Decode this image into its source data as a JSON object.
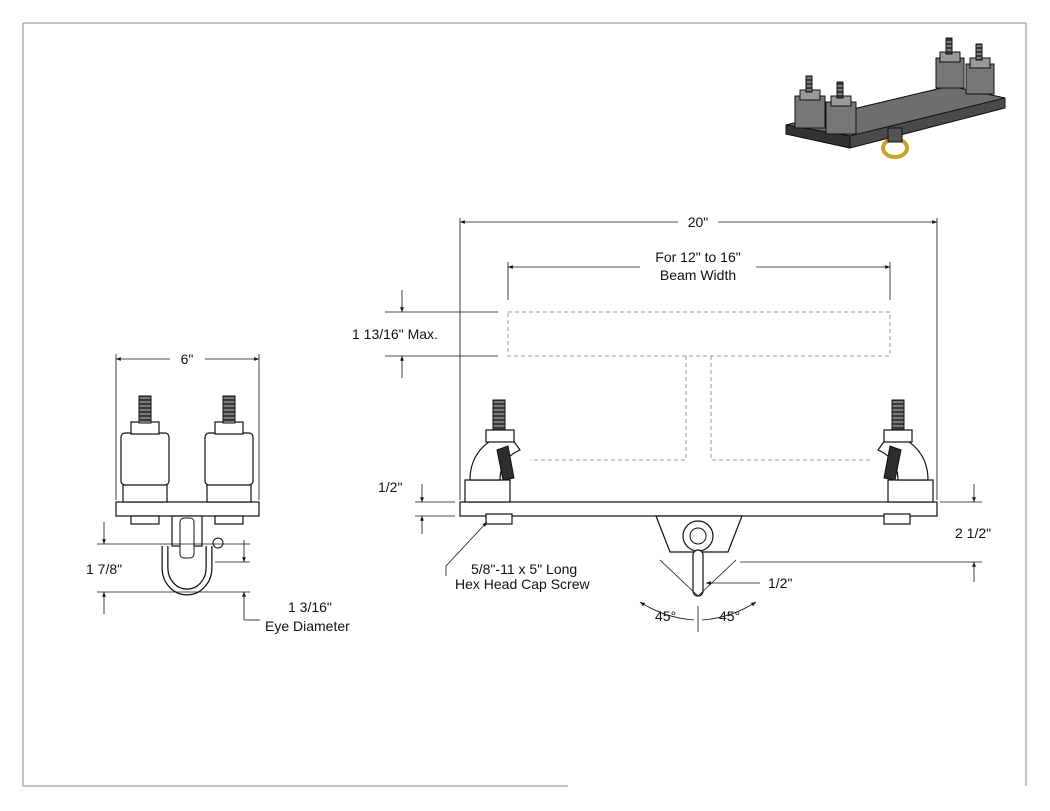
{
  "dimensions": {
    "overall_length": "20\"",
    "beam_width_line1": "For 12\" to 16\"",
    "beam_width_line2": "Beam Width",
    "flange_max": "1 13/16\" Max.",
    "side_width": "6\"",
    "plate_thickness": "1/2\"",
    "overall_height": "2 1/2\"",
    "eye_offset": "1/2\"",
    "eye_height": "1 7/8\"",
    "eye_diameter_line1": "1 3/16\"",
    "eye_diameter_line2": "Eye Diameter",
    "screw_line1": "5/8\"-11 x 5\" Long",
    "screw_line2": "Hex Head Cap Screw",
    "angle_left": "45°",
    "angle_right": "45°"
  }
}
